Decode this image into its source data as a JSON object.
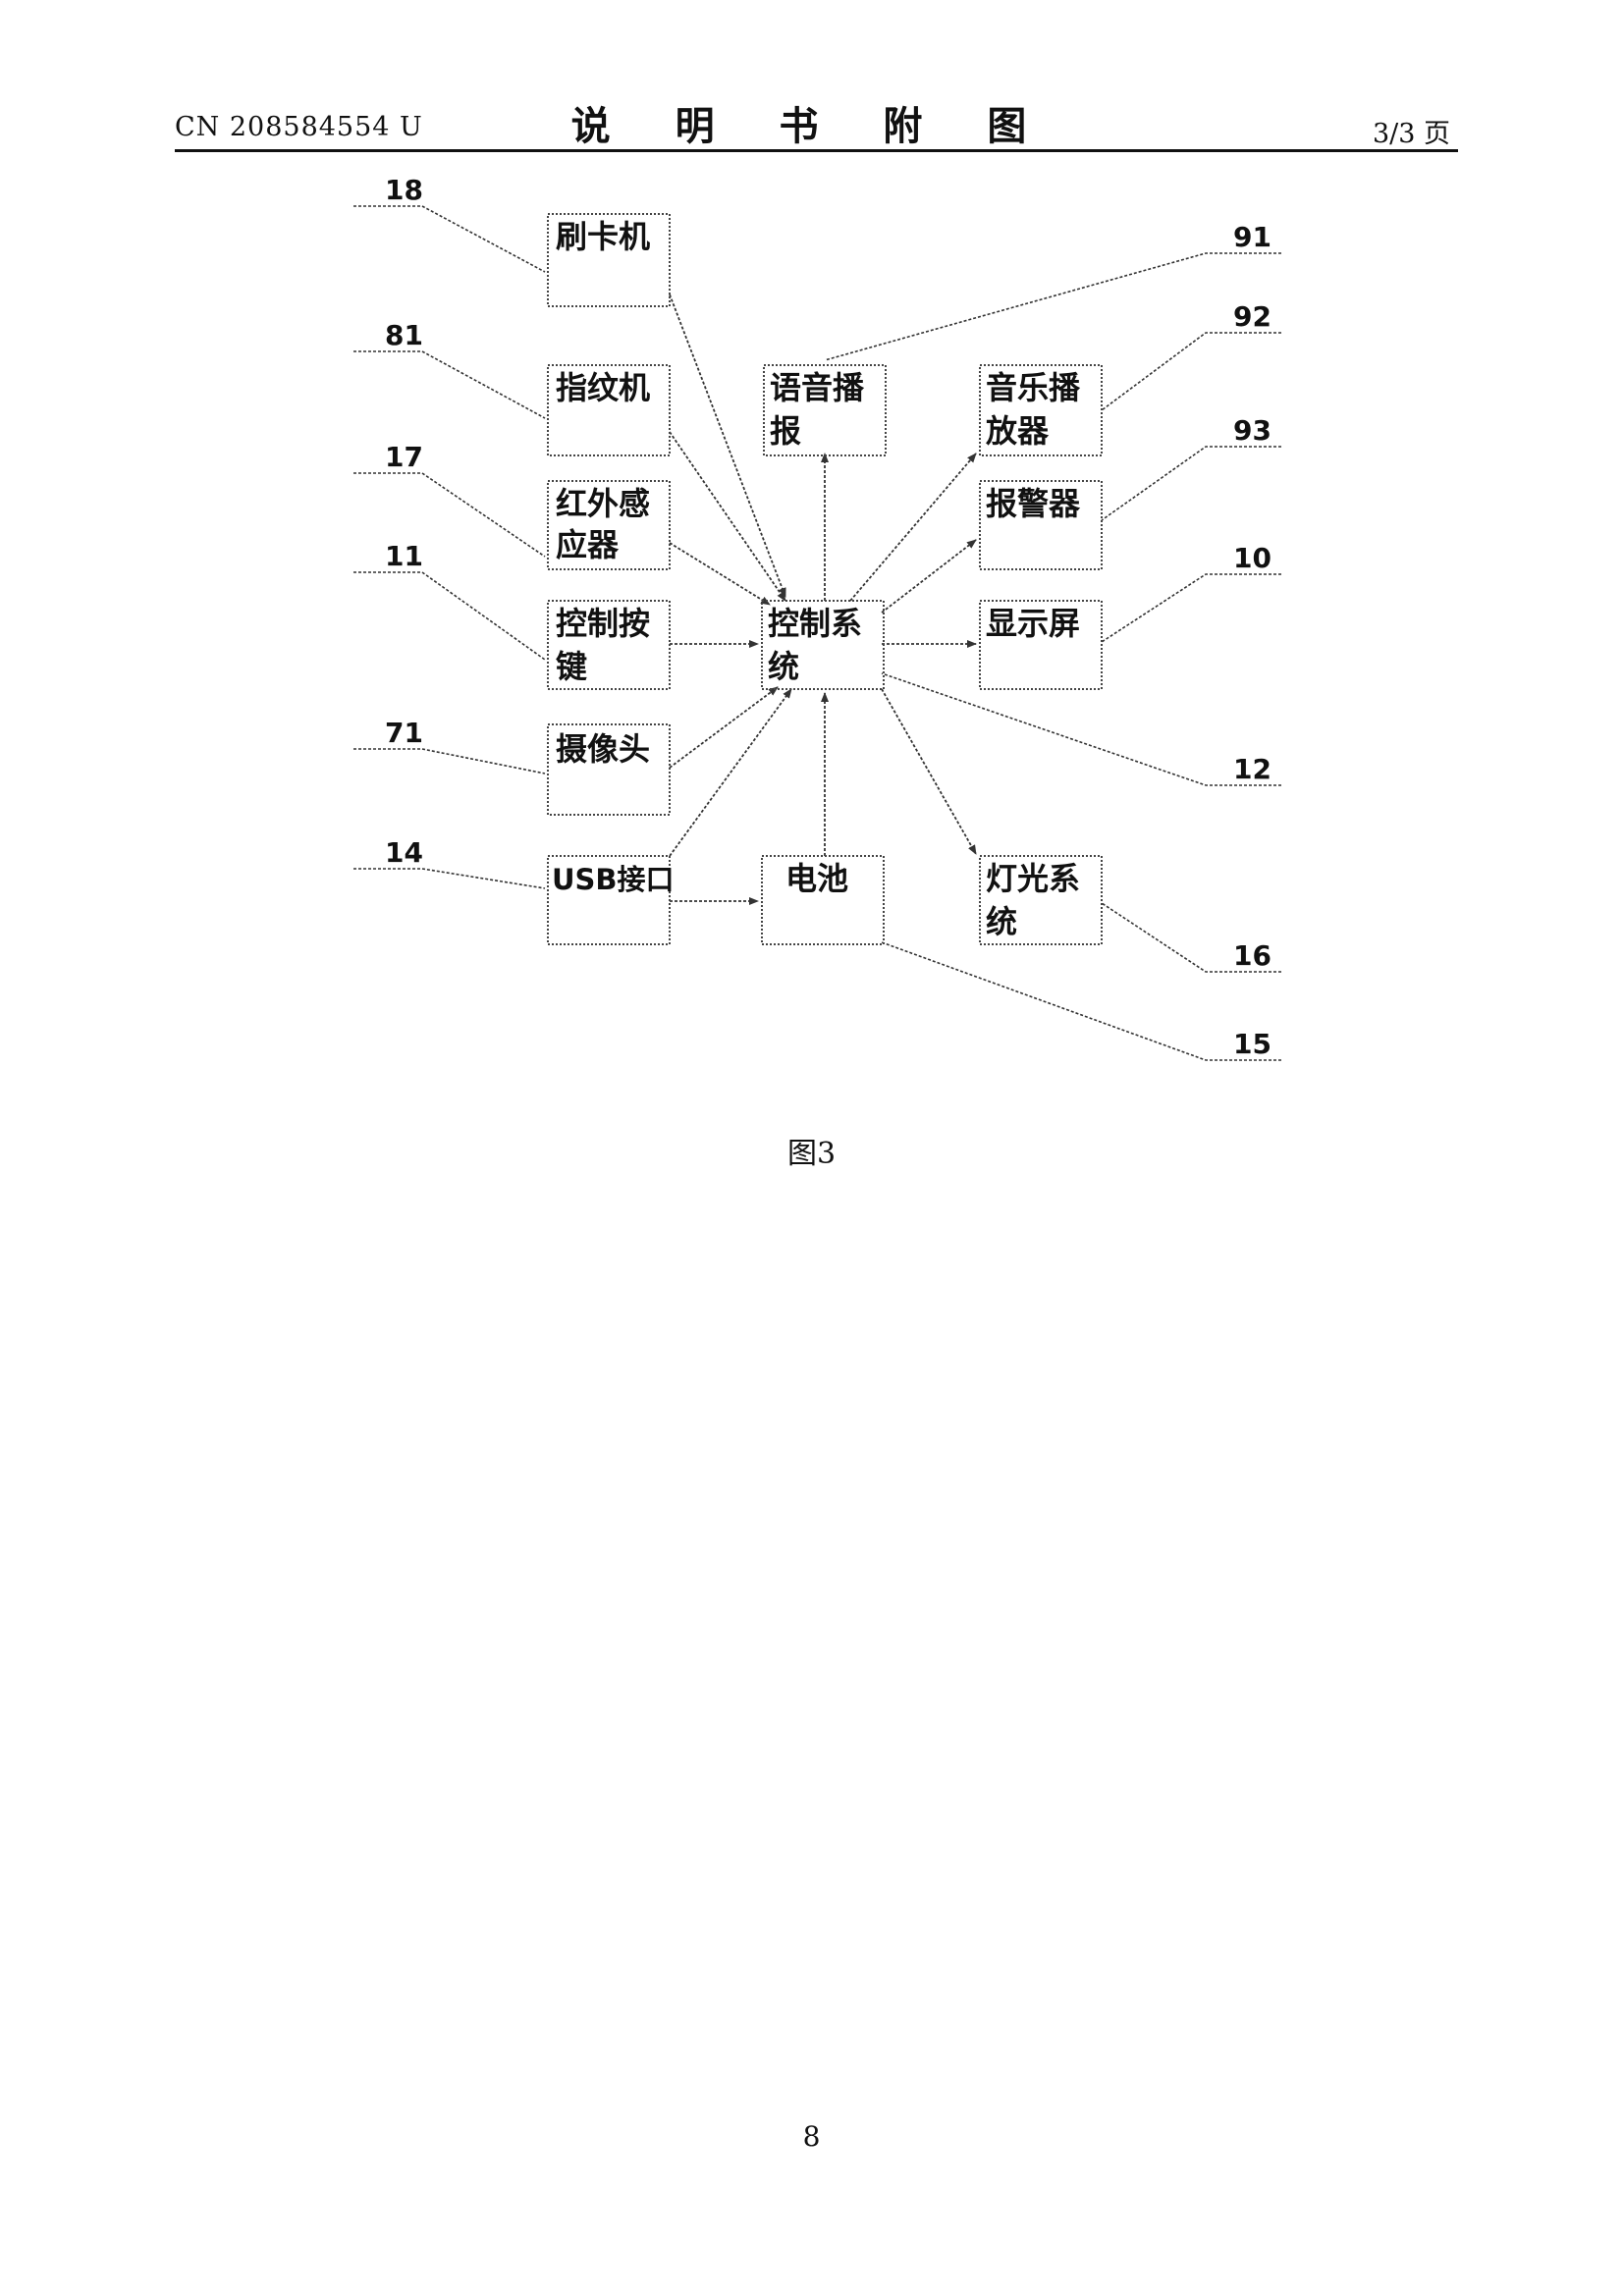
{
  "header": {
    "doc_number": "CN 208584554 U",
    "title": "说 明 书 附 图",
    "page_of": "3/3 页"
  },
  "diagram": {
    "blocks": {
      "swipe_card": [
        "刷卡机"
      ],
      "fingerprint": [
        "指纹机"
      ],
      "infrared": [
        "红外感",
        "应器"
      ],
      "control_keys": [
        "控制按",
        "键"
      ],
      "camera": [
        "摄像头"
      ],
      "usb": [
        "USB接口"
      ],
      "voice": [
        "语音播",
        "报"
      ],
      "control_system": [
        "控制系",
        "统"
      ],
      "battery": [
        "电池"
      ],
      "music": [
        "音乐播",
        "放器"
      ],
      "alarm": [
        "报警器"
      ],
      "display": [
        "显示屏"
      ],
      "lighting": [
        "灯光系",
        "统"
      ]
    },
    "refs": {
      "swipe_card": "18",
      "fingerprint": "81",
      "infrared": "17",
      "control_keys": "11",
      "camera": "71",
      "usb": "14",
      "voice": "91",
      "music": "92",
      "alarm": "93",
      "display": "10",
      "control_system": "12",
      "lighting": "16",
      "battery": "15"
    }
  },
  "caption": "图3",
  "page_number": "8"
}
